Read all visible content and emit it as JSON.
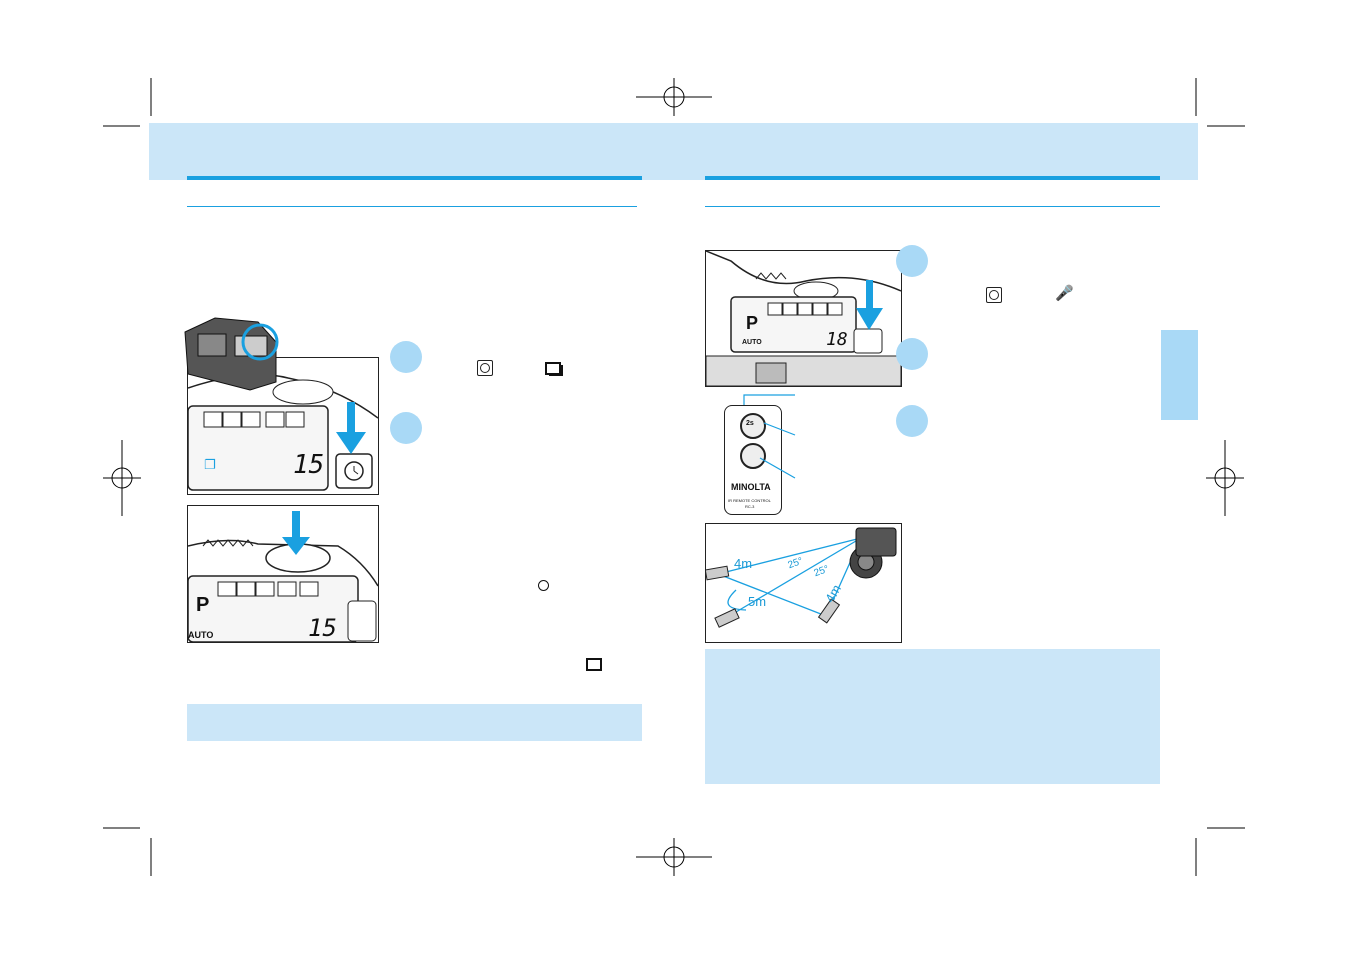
{
  "lcd_left_top": {
    "frame_count": "15"
  },
  "lcd_left_bottom": {
    "mode": "P",
    "auto": "AUTO",
    "frame_count": "15"
  },
  "lcd_right": {
    "mode": "P",
    "auto": "AUTO",
    "frame_count": "18"
  },
  "remote": {
    "brand": "MINOLTA",
    "label_line1": "IR REMOTE CONTROL",
    "label_line2": "RC-3",
    "button_top": "2s"
  },
  "range_diagram": {
    "dist_left": "4m",
    "dist_center": "5m",
    "dist_right": "4m",
    "angle_left": "25°",
    "angle_right": "25°"
  },
  "colors": {
    "band": "#cbe6f8",
    "accent": "#1aa0e0",
    "step_circle": "#a9d9f6"
  }
}
